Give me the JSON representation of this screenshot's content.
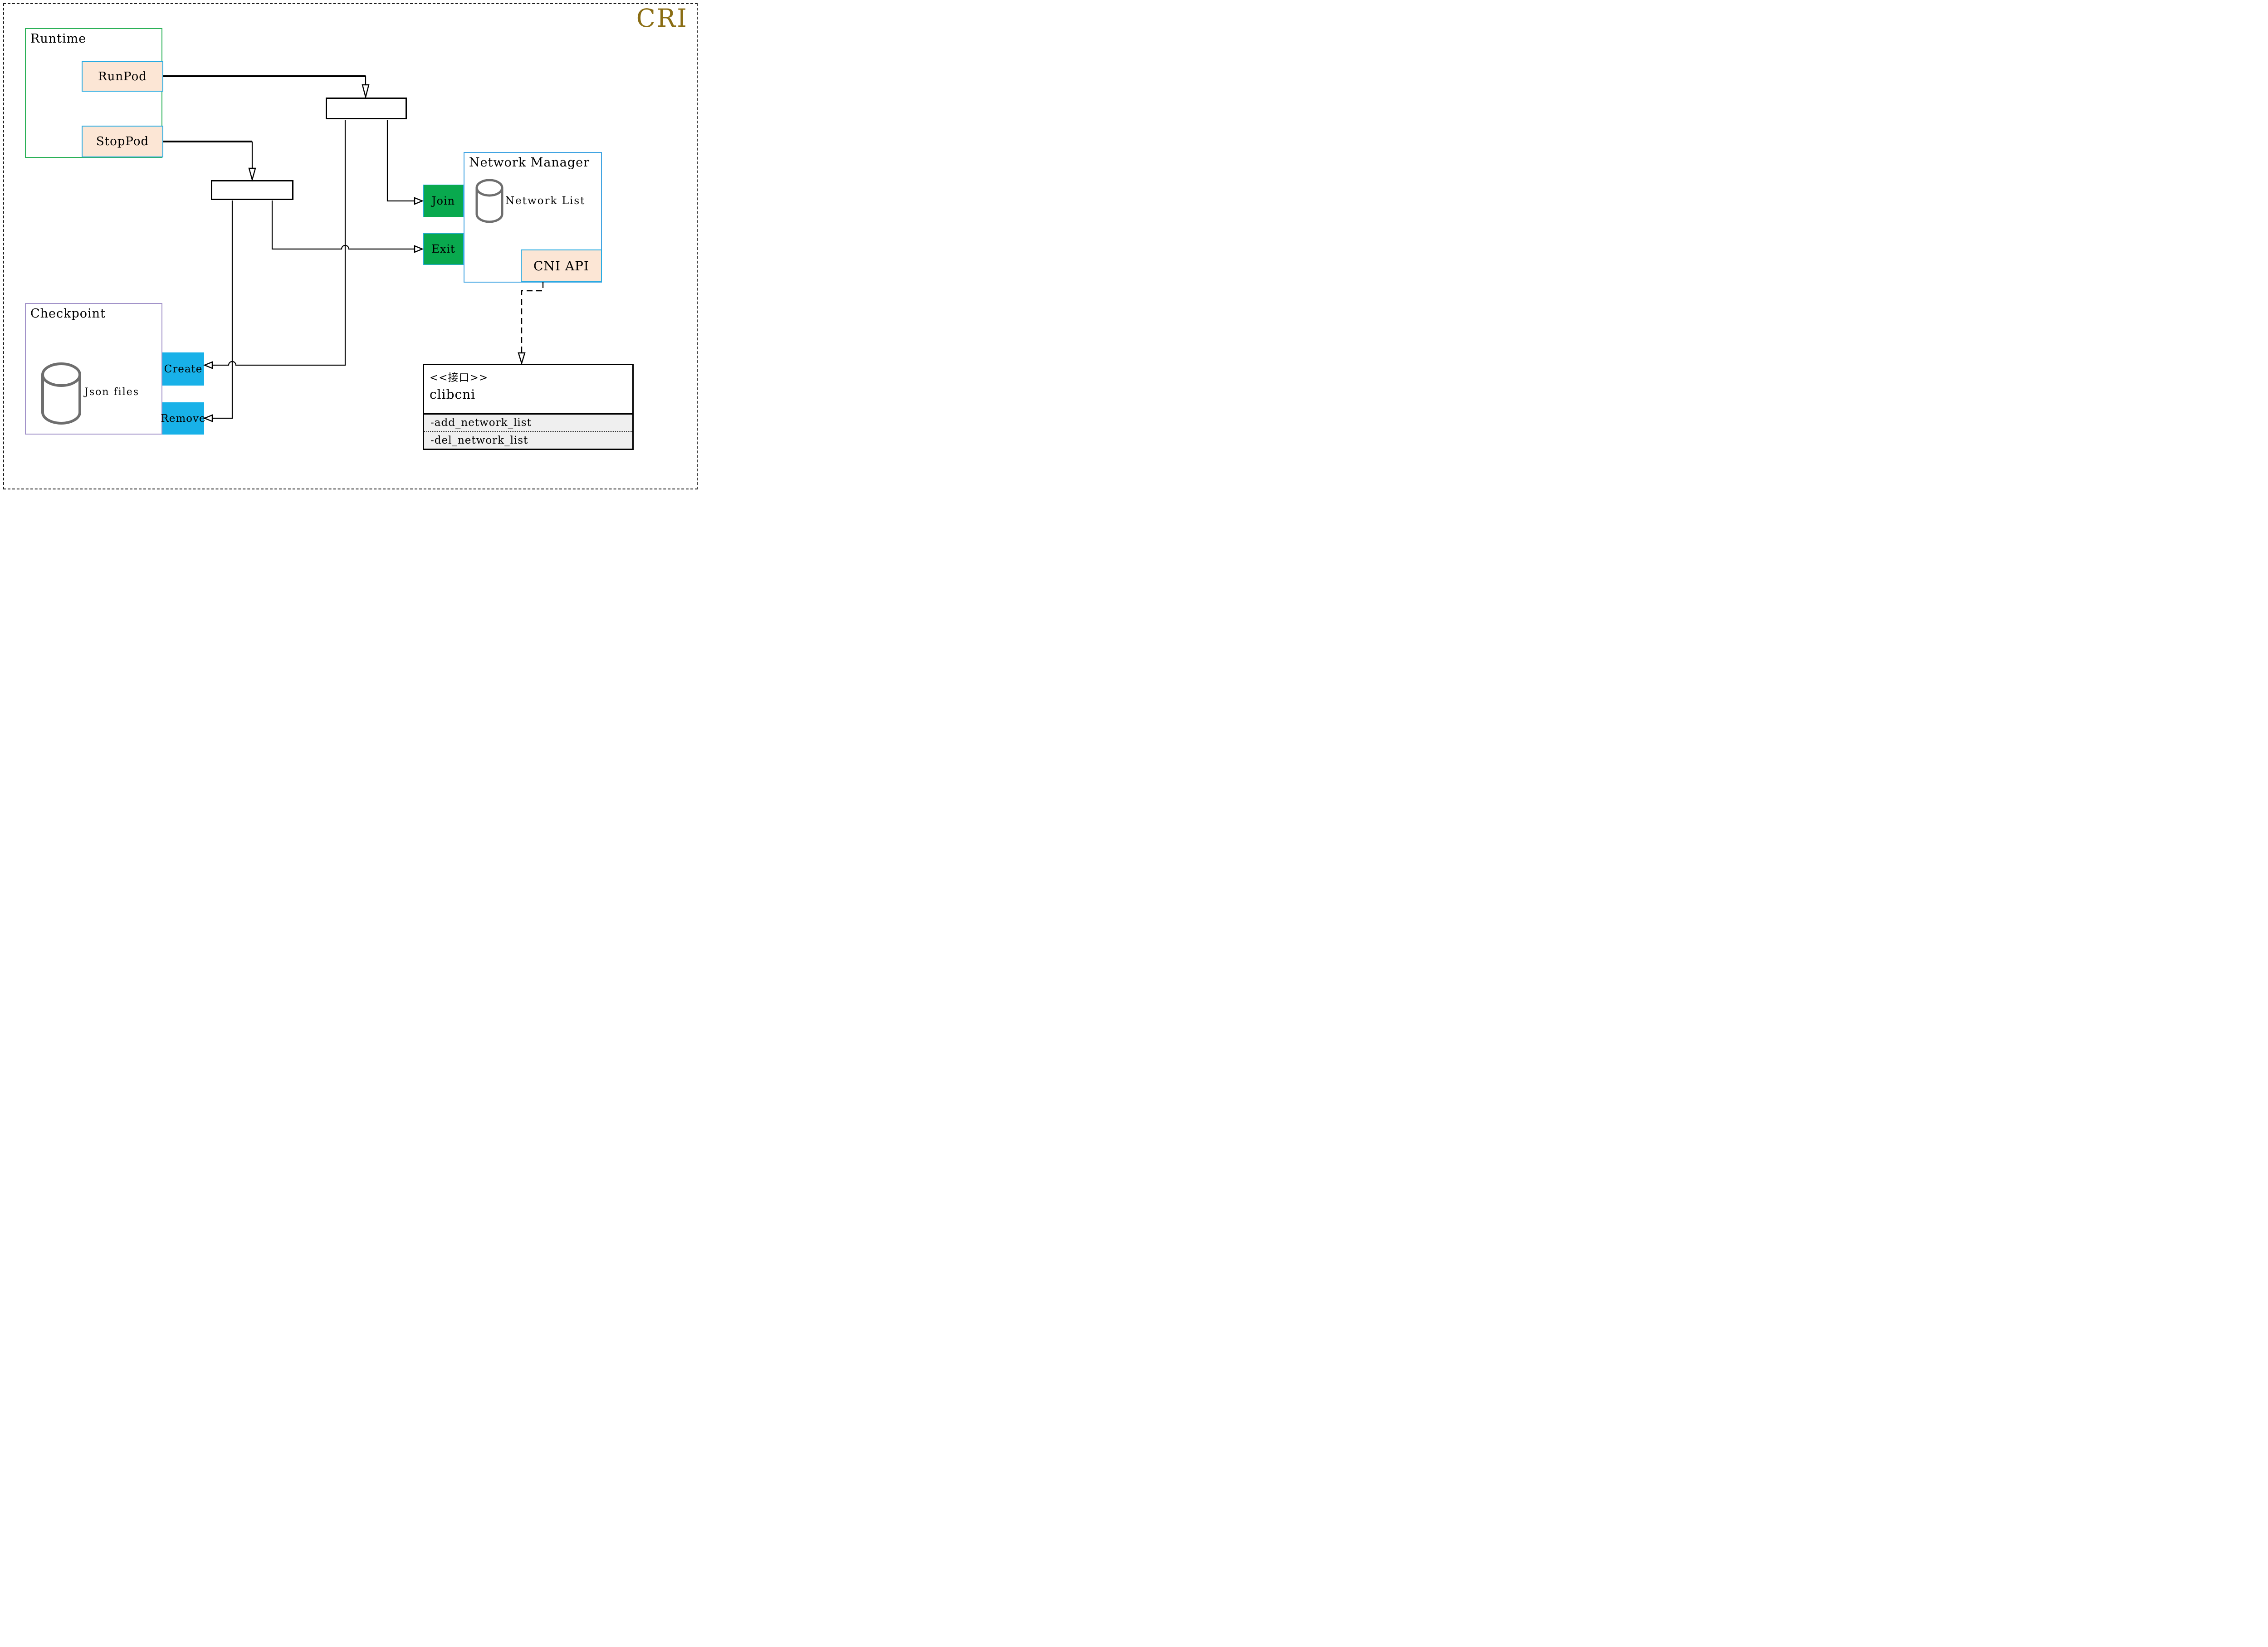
{
  "title": "CRI",
  "colors": {
    "peach": "#FCE6D5",
    "cyan": "#29ABE2",
    "green": "#09A94E",
    "blue": "#18B1E8",
    "runtime_green": "#2BB157",
    "checkpoint_purple": "#A293C9",
    "nm_blue": "#41A4E2",
    "gold": "#8A6D13",
    "db_gray": "#6E6E6E",
    "method_bg": "#EFEFEF"
  },
  "runtime": {
    "label": "Runtime",
    "buttons": [
      {
        "label": "RunPod"
      },
      {
        "label": "StopPod"
      }
    ]
  },
  "network_manager": {
    "label": "Network Manager",
    "store_label": "Network List",
    "actions": [
      {
        "label": "Join"
      },
      {
        "label": "Exit"
      }
    ],
    "api_label": "CNI API"
  },
  "checkpoint": {
    "label": "Checkpoint",
    "store_label": "Json files",
    "actions": [
      {
        "label": "Create"
      },
      {
        "label": "Remove"
      }
    ]
  },
  "interface_box": {
    "stereotype": "<<接口>>",
    "name": "clibcni",
    "methods": [
      "-add_network_list",
      "-del_network_list"
    ]
  }
}
